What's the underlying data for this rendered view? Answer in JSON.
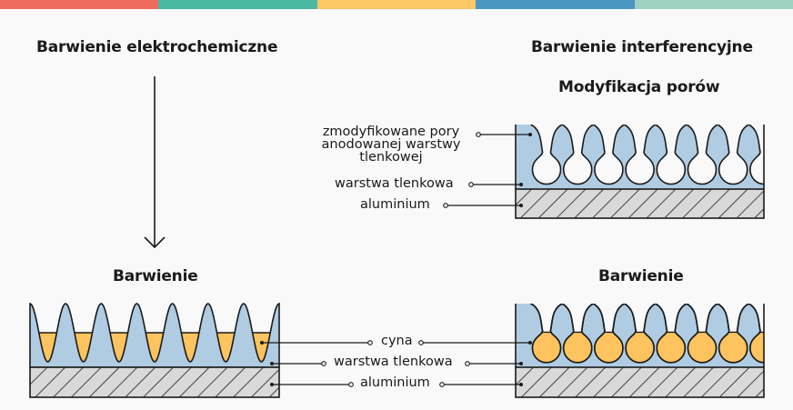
{
  "colors": {
    "bar": [
      "#ef6b5b",
      "#4ab9a1",
      "#fcc866",
      "#4a97c2",
      "#9dd2c1"
    ],
    "oxide": "#afcce3",
    "tin": "#fcc35e",
    "aluminium": "#d9d9d9",
    "outline": "#1a1a1a"
  },
  "left": {
    "heading": "Barwienie elektrochemiczne",
    "result_heading": "Barwienie"
  },
  "right": {
    "heading": "Barwienie interferencyjne",
    "step_heading": "Modyfikacja porów",
    "result_heading": "Barwienie",
    "labels": {
      "modified_pores_1": "zmodyfikowane pory",
      "modified_pores_2": "anodowanej warstwy",
      "modified_pores_3": "tlenkowej",
      "oxide_layer": "warstwa tlenkowa",
      "aluminium": "aluminium"
    }
  },
  "shared_labels": {
    "tin": "cyna",
    "oxide_layer": "warstwa tlenkowa",
    "aluminium": "aluminium"
  }
}
